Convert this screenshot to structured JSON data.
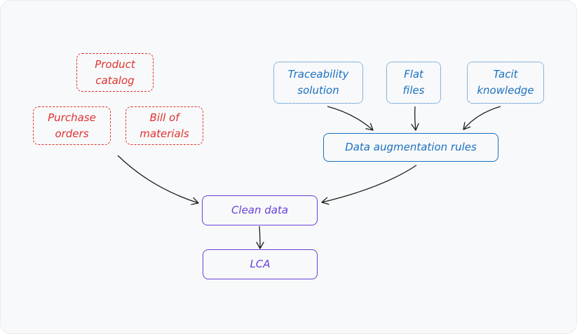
{
  "diagram": {
    "nodes": {
      "product_catalog": "Product\ncatalog",
      "purchase_orders": "Purchase\norders",
      "bill_of_materials": "Bill of\nmaterials",
      "traceability_solution": "Traceability\nsolution",
      "flat_files": "Flat\nfiles",
      "tacit_knowledge": "Tacit\nknowledge",
      "data_augmentation_rules": "Data augmentation rules",
      "clean_data": "Clean data",
      "lca": "LCA"
    },
    "edges": [
      {
        "from": "purchase_orders",
        "to": "clean_data"
      },
      {
        "from": "data_augmentation_rules",
        "to": "clean_data"
      },
      {
        "from": "traceability_solution",
        "to": "data_augmentation_rules"
      },
      {
        "from": "flat_files",
        "to": "data_augmentation_rules"
      },
      {
        "from": "tacit_knowledge",
        "to": "data_augmentation_rules"
      },
      {
        "from": "clean_data",
        "to": "lca"
      }
    ],
    "colors": {
      "background": "#f8f9fa",
      "red": "#e03131",
      "blue": "#1971c2",
      "purple": "#6741d9",
      "edge": "#1e1e1e"
    }
  }
}
